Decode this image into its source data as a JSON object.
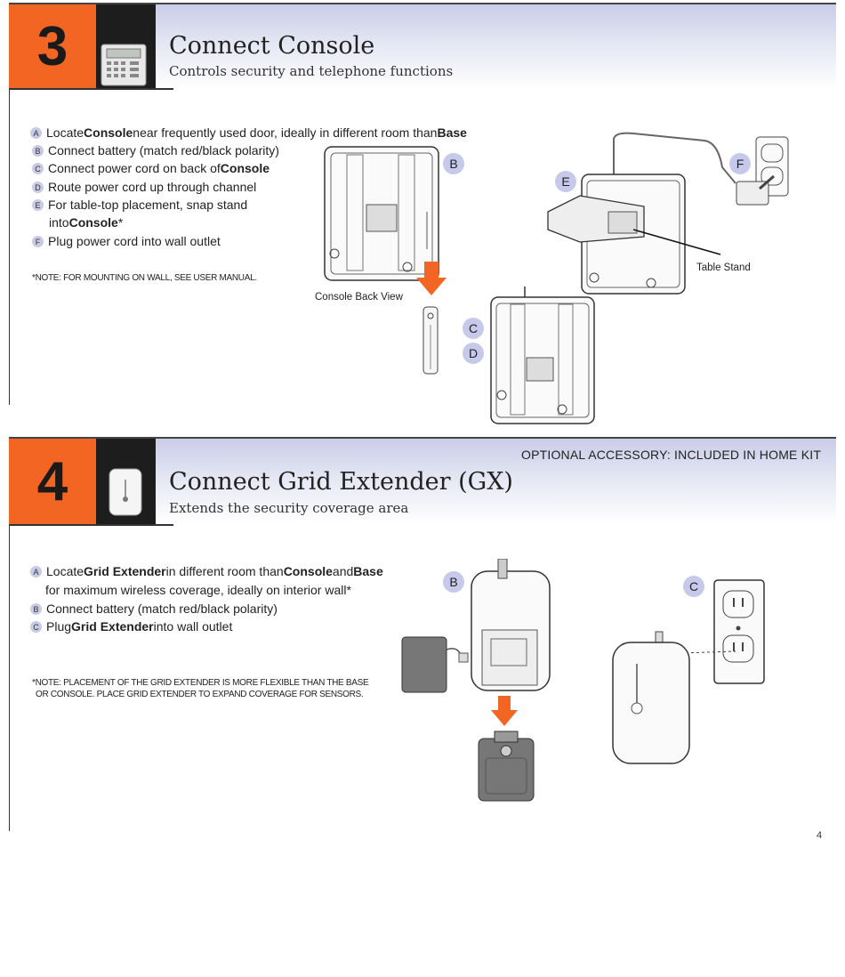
{
  "section3": {
    "number": "3",
    "title": "Connect Console",
    "subtitle": "Controls security and telephone functions",
    "steps": [
      {
        "letter": "A",
        "parts": [
          "Locate ",
          "Console",
          " near frequently used door, ideally in different room than ",
          "Base"
        ]
      },
      {
        "letter": "B",
        "parts": [
          "Connect battery (match red/black polarity)"
        ]
      },
      {
        "letter": "C",
        "parts": [
          "Connect power cord on back of ",
          "Console"
        ]
      },
      {
        "letter": "D",
        "parts": [
          "Route power cord up through channel"
        ]
      },
      {
        "letter": "E",
        "parts": [
          "For table-top placement, snap stand"
        ]
      },
      {
        "letter": "",
        "parts": [
          "into ",
          "Console",
          "*"
        ]
      },
      {
        "letter": "F",
        "parts": [
          "Plug power cord into wall outlet"
        ]
      }
    ],
    "note": "*NOTE: FOR MOUNTING ON WALL, SEE USER MANUAL.",
    "captions": {
      "back_view": "Console Back View",
      "table_stand": "Table Stand"
    },
    "callouts": {
      "b": "B",
      "c": "C",
      "d": "D",
      "e": "E",
      "f": "F"
    }
  },
  "section4": {
    "number": "4",
    "title": "Connect Grid Extender (GX)",
    "subtitle": "Extends the security coverage area",
    "accessory": "OPTIONAL ACCESSORY: INCLUDED IN HOME KIT",
    "steps": [
      {
        "letter": "A",
        "parts": [
          "Locate ",
          "Grid Extender",
          " in different room than ",
          "Console",
          " and ",
          "Base"
        ]
      },
      {
        "letter": "",
        "parts": [
          "for maximum wireless coverage, ideally on interior wall*"
        ]
      },
      {
        "letter": "B",
        "parts": [
          "Connect battery (match red/black polarity)"
        ]
      },
      {
        "letter": "C",
        "parts": [
          "Plug ",
          "Grid Extender",
          " into wall outlet"
        ]
      }
    ],
    "note_line1": "*NOTE: PLACEMENT OF THE GRID EXTENDER IS MORE FLEXIBLE THAN THE BASE",
    "note_line2": "OR CONSOLE.  PLACE GRID EXTENDER TO EXPAND COVERAGE FOR SENSORS.",
    "callouts": {
      "b": "B",
      "c": "C"
    }
  },
  "page_number": "4",
  "colors": {
    "accent_orange": "#f26522",
    "callout_blue": "#c6c9ea",
    "header_blue": "#c9cde8"
  }
}
